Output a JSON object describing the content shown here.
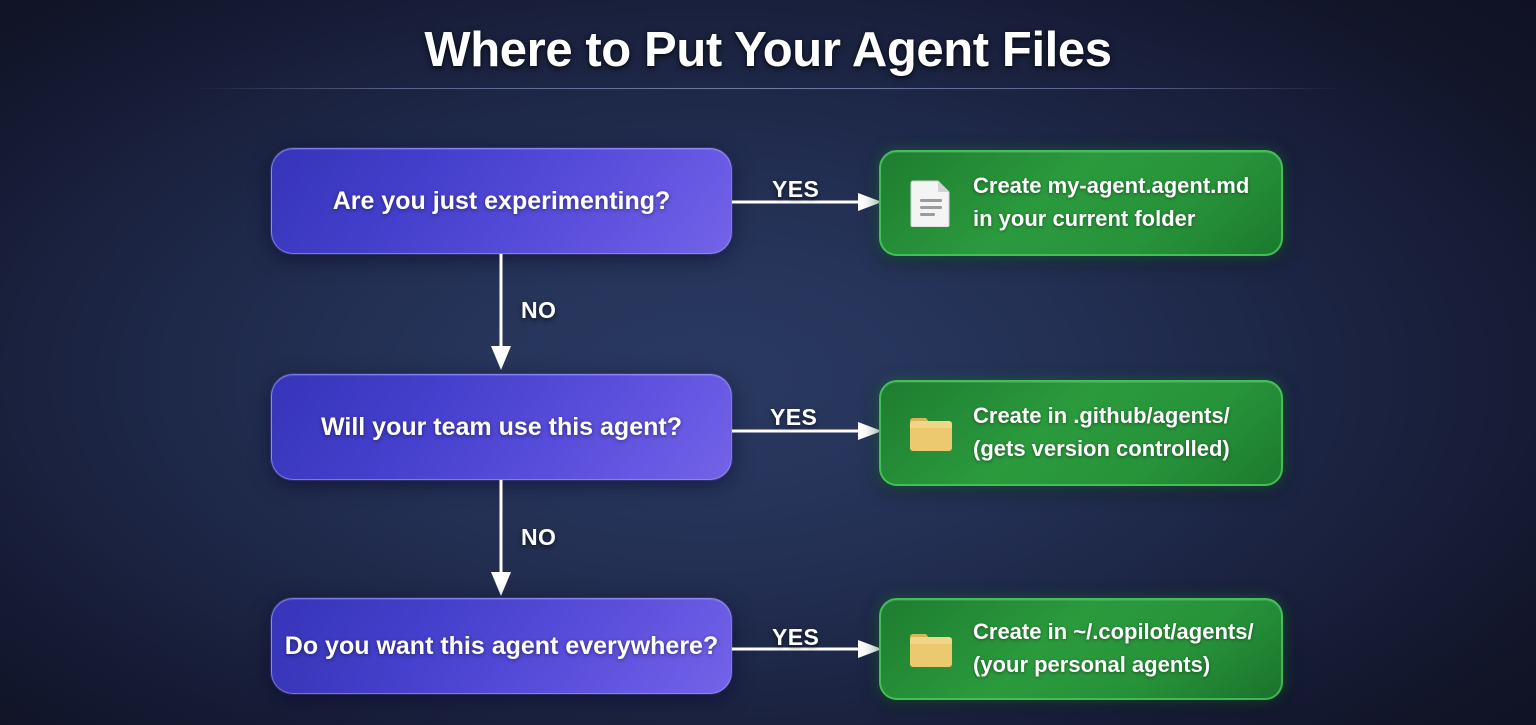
{
  "title": "Where to Put Your Agent Files",
  "colors": {
    "background_center": "#2a3961",
    "background_edge": "#101126",
    "decision_gradient_start": "#3634b9",
    "decision_gradient_end": "#7363e8",
    "decision_border": "#a5a0ff",
    "outcome_gradient_start": "#1d7d2f",
    "outcome_gradient_end": "#2b9a3d",
    "outcome_border": "#3fc253",
    "text": "#ffffff",
    "folder_icon": "#e8c66a",
    "document_icon": "#f2f2f2"
  },
  "flow": {
    "decisions": [
      {
        "label": "Are you just experimenting?",
        "yes_label": "YES",
        "no_label": "NO"
      },
      {
        "label": "Will your team use this agent?",
        "yes_label": "YES",
        "no_label": "NO"
      },
      {
        "label": "Do you want this agent everywhere?",
        "yes_label": "YES",
        "no_label": ""
      }
    ],
    "outcomes": [
      {
        "icon": "document-icon",
        "line1": "Create my-agent.agent.md",
        "line2": "in your current folder"
      },
      {
        "icon": "folder-icon",
        "line1": "Create in .github/agents/",
        "line2": "(gets version controlled)"
      },
      {
        "icon": "folder-icon",
        "line1": "Create in ~/.copilot/agents/",
        "line2": "(your personal agents)"
      }
    ]
  }
}
